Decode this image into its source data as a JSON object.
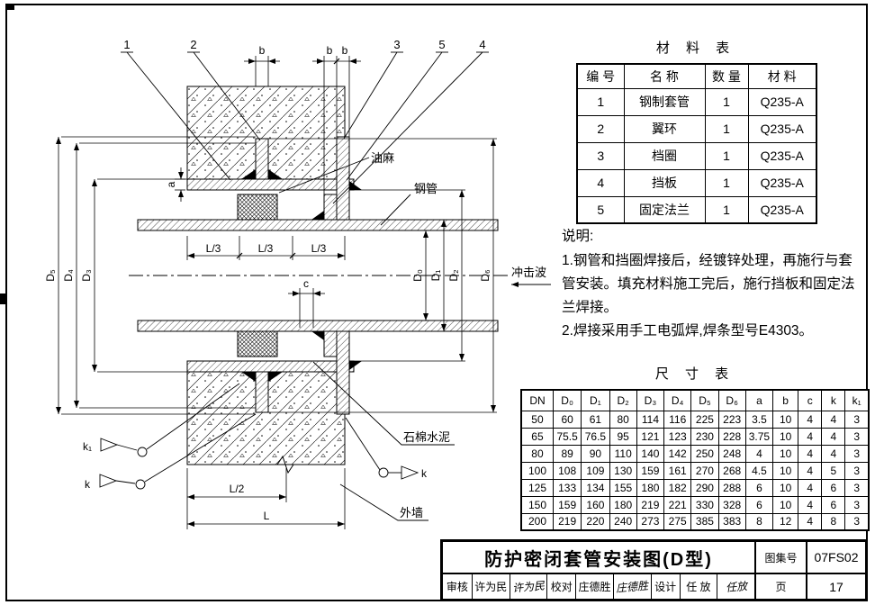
{
  "material_table": {
    "title": "材 料 表",
    "headers": [
      "编 号",
      "名 称",
      "数 量",
      "材 料"
    ],
    "rows": [
      [
        "1",
        "钢制套管",
        "1",
        "Q235-A"
      ],
      [
        "2",
        "翼环",
        "1",
        "Q235-A"
      ],
      [
        "3",
        "档圈",
        "1",
        "Q235-A"
      ],
      [
        "4",
        "挡板",
        "1",
        "Q235-A"
      ],
      [
        "5",
        "固定法兰",
        "1",
        "Q235-A"
      ]
    ]
  },
  "notes": {
    "title": "说明:",
    "items": [
      "1.钢管和挡圈焊接后，经镀锌处理，再施行与套管安装。填充材料施工完后，施行挡板和固定法兰焊接。",
      "2.焊接采用手工电弧焊,焊条型号E4303。"
    ]
  },
  "size_table": {
    "title": "尺 寸 表",
    "headers": [
      "DN",
      "D₀",
      "D₁",
      "D₂",
      "D₃",
      "D₄",
      "D₅",
      "D₆",
      "a",
      "b",
      "c",
      "k",
      "k₁"
    ],
    "rows": [
      [
        "50",
        "60",
        "61",
        "80",
        "114",
        "116",
        "225",
        "223",
        "3.5",
        "10",
        "4",
        "4",
        "3"
      ],
      [
        "65",
        "75.5",
        "76.5",
        "95",
        "121",
        "123",
        "230",
        "228",
        "3.75",
        "10",
        "4",
        "4",
        "3"
      ],
      [
        "80",
        "89",
        "90",
        "110",
        "140",
        "142",
        "250",
        "248",
        "4",
        "10",
        "4",
        "4",
        "3"
      ],
      [
        "100",
        "108",
        "109",
        "130",
        "159",
        "161",
        "270",
        "268",
        "4.5",
        "10",
        "4",
        "5",
        "3"
      ],
      [
        "125",
        "133",
        "134",
        "155",
        "180",
        "182",
        "290",
        "288",
        "6",
        "10",
        "4",
        "6",
        "3"
      ],
      [
        "150",
        "159",
        "160",
        "180",
        "219",
        "221",
        "330",
        "328",
        "6",
        "10",
        "4",
        "6",
        "3"
      ],
      [
        "200",
        "219",
        "220",
        "240",
        "273",
        "275",
        "385",
        "383",
        "8",
        "12",
        "4",
        "8",
        "3"
      ]
    ]
  },
  "title_block": {
    "title": "防护密闭套管安装图(D型)",
    "atlas_label": "图集号",
    "atlas_no": "07FS02",
    "page_label": "页",
    "page_no": "17",
    "cells": [
      {
        "label": "审核",
        "name": "许为民",
        "sig": "许为民"
      },
      {
        "label": "校对",
        "name": "庄德胜",
        "sig": "庄德胜"
      },
      {
        "label": "设计",
        "name": "任 放",
        "sig": "任放"
      }
    ]
  },
  "drawing": {
    "callouts": [
      "1",
      "2",
      "3",
      "4",
      "5"
    ],
    "labels": {
      "oakum": "油麻",
      "steel_pipe": "钢管",
      "shock_wave": "冲击波",
      "asbestos_cement": "石棉水泥",
      "exterior_wall": "外墙"
    },
    "dims": {
      "a": "a",
      "b": "b",
      "c": "c",
      "l3": "L/3",
      "l2": "L/2",
      "l": "L",
      "d0": "D₀",
      "d1": "D₁",
      "d2": "D₂",
      "d3": "D₃",
      "d4": "D₄",
      "d5": "D₅",
      "d6": "D₆",
      "k": "k",
      "k1": "k₁"
    }
  }
}
